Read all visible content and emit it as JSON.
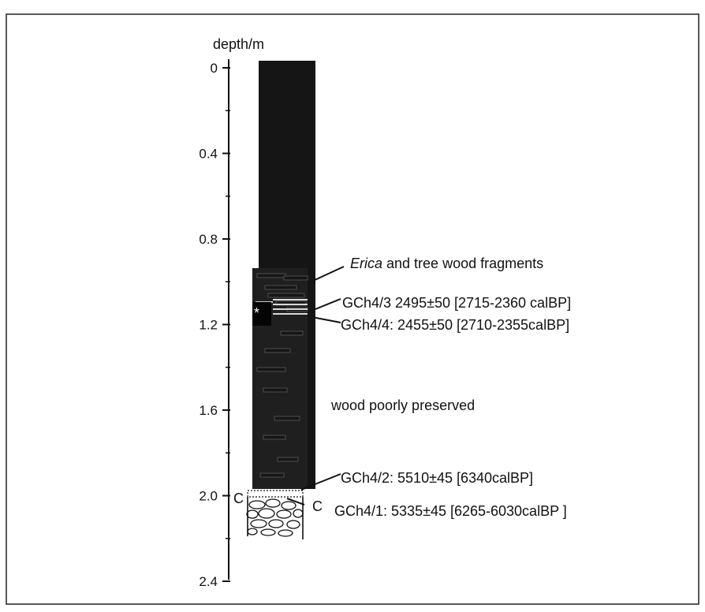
{
  "axis": {
    "label": "depth/m",
    "ticks": [
      "0",
      "0.4",
      "0.8",
      "1.2",
      "1.6",
      "2.0",
      "2.4"
    ]
  },
  "annotations": {
    "erica_italic": "Erica",
    "erica_rest": " and tree wood fragments",
    "gch4_3": "GCh4/3  2495±50 [2715-2360 calBP]",
    "gch4_4": "GCh4/4: 2455±50 [2710-2355calBP]",
    "wood_poor": "wood poorly preserved",
    "gch4_2": "GCh4/2: 5510±45 [6340calBP]",
    "gch4_1": "GCh4/1: 5335±45 [6265-6030calBP ]",
    "c_left": "C",
    "c_right": "C",
    "star": "*"
  },
  "colors": {
    "peat": "#151515",
    "wood_band": "#474747",
    "white_band": "#d8d8d8",
    "line": "#111111",
    "frame": "#222222"
  }
}
